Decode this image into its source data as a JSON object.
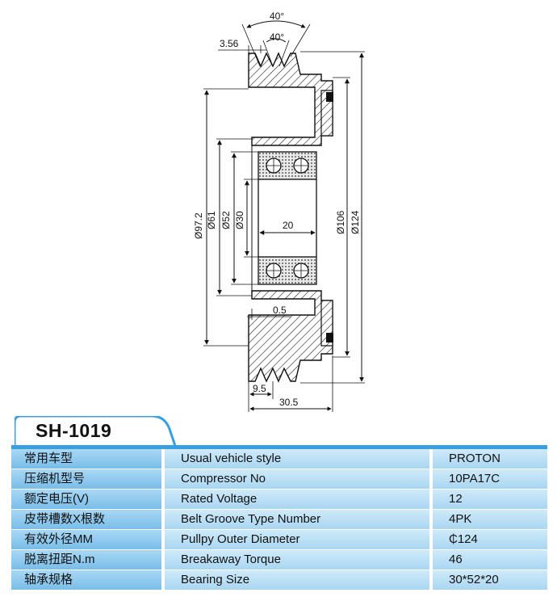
{
  "model": "SH-1019",
  "accent_color": "#3a9fe0",
  "drawing_labels": {
    "angle_outer": "40°",
    "angle_inner": "40°",
    "groove_pitch": "3.56",
    "d97": "Ø97.2",
    "d61": "Ø61",
    "d52": "Ø52",
    "d30": "Ø30",
    "bearing_width": "20",
    "d106": "Ø106",
    "d124": "Ø124",
    "gap": "0.5",
    "offset": "9.5",
    "overall_width": "30.5"
  },
  "specs": [
    {
      "zh": "常用车型",
      "en": "Usual vehicle style",
      "value": "PROTON"
    },
    {
      "zh": "压缩机型号",
      "en": "Compressor No",
      "value": "10PA17C"
    },
    {
      "zh": "额定电压(V)",
      "en": "Rated Voltage",
      "value": "12"
    },
    {
      "zh": "皮带槽数X根数",
      "en": "Belt Groove Type Number",
      "value": "4PK"
    },
    {
      "zh": "有效外径MM",
      "en": "Pullpy Outer Diameter",
      "value": "₵124"
    },
    {
      "zh": "脱离扭距N.m",
      "en": "Breakaway Torque",
      "value": "46"
    },
    {
      "zh": "轴承规格",
      "en": "Bearing Size",
      "value": "30*52*20"
    }
  ]
}
